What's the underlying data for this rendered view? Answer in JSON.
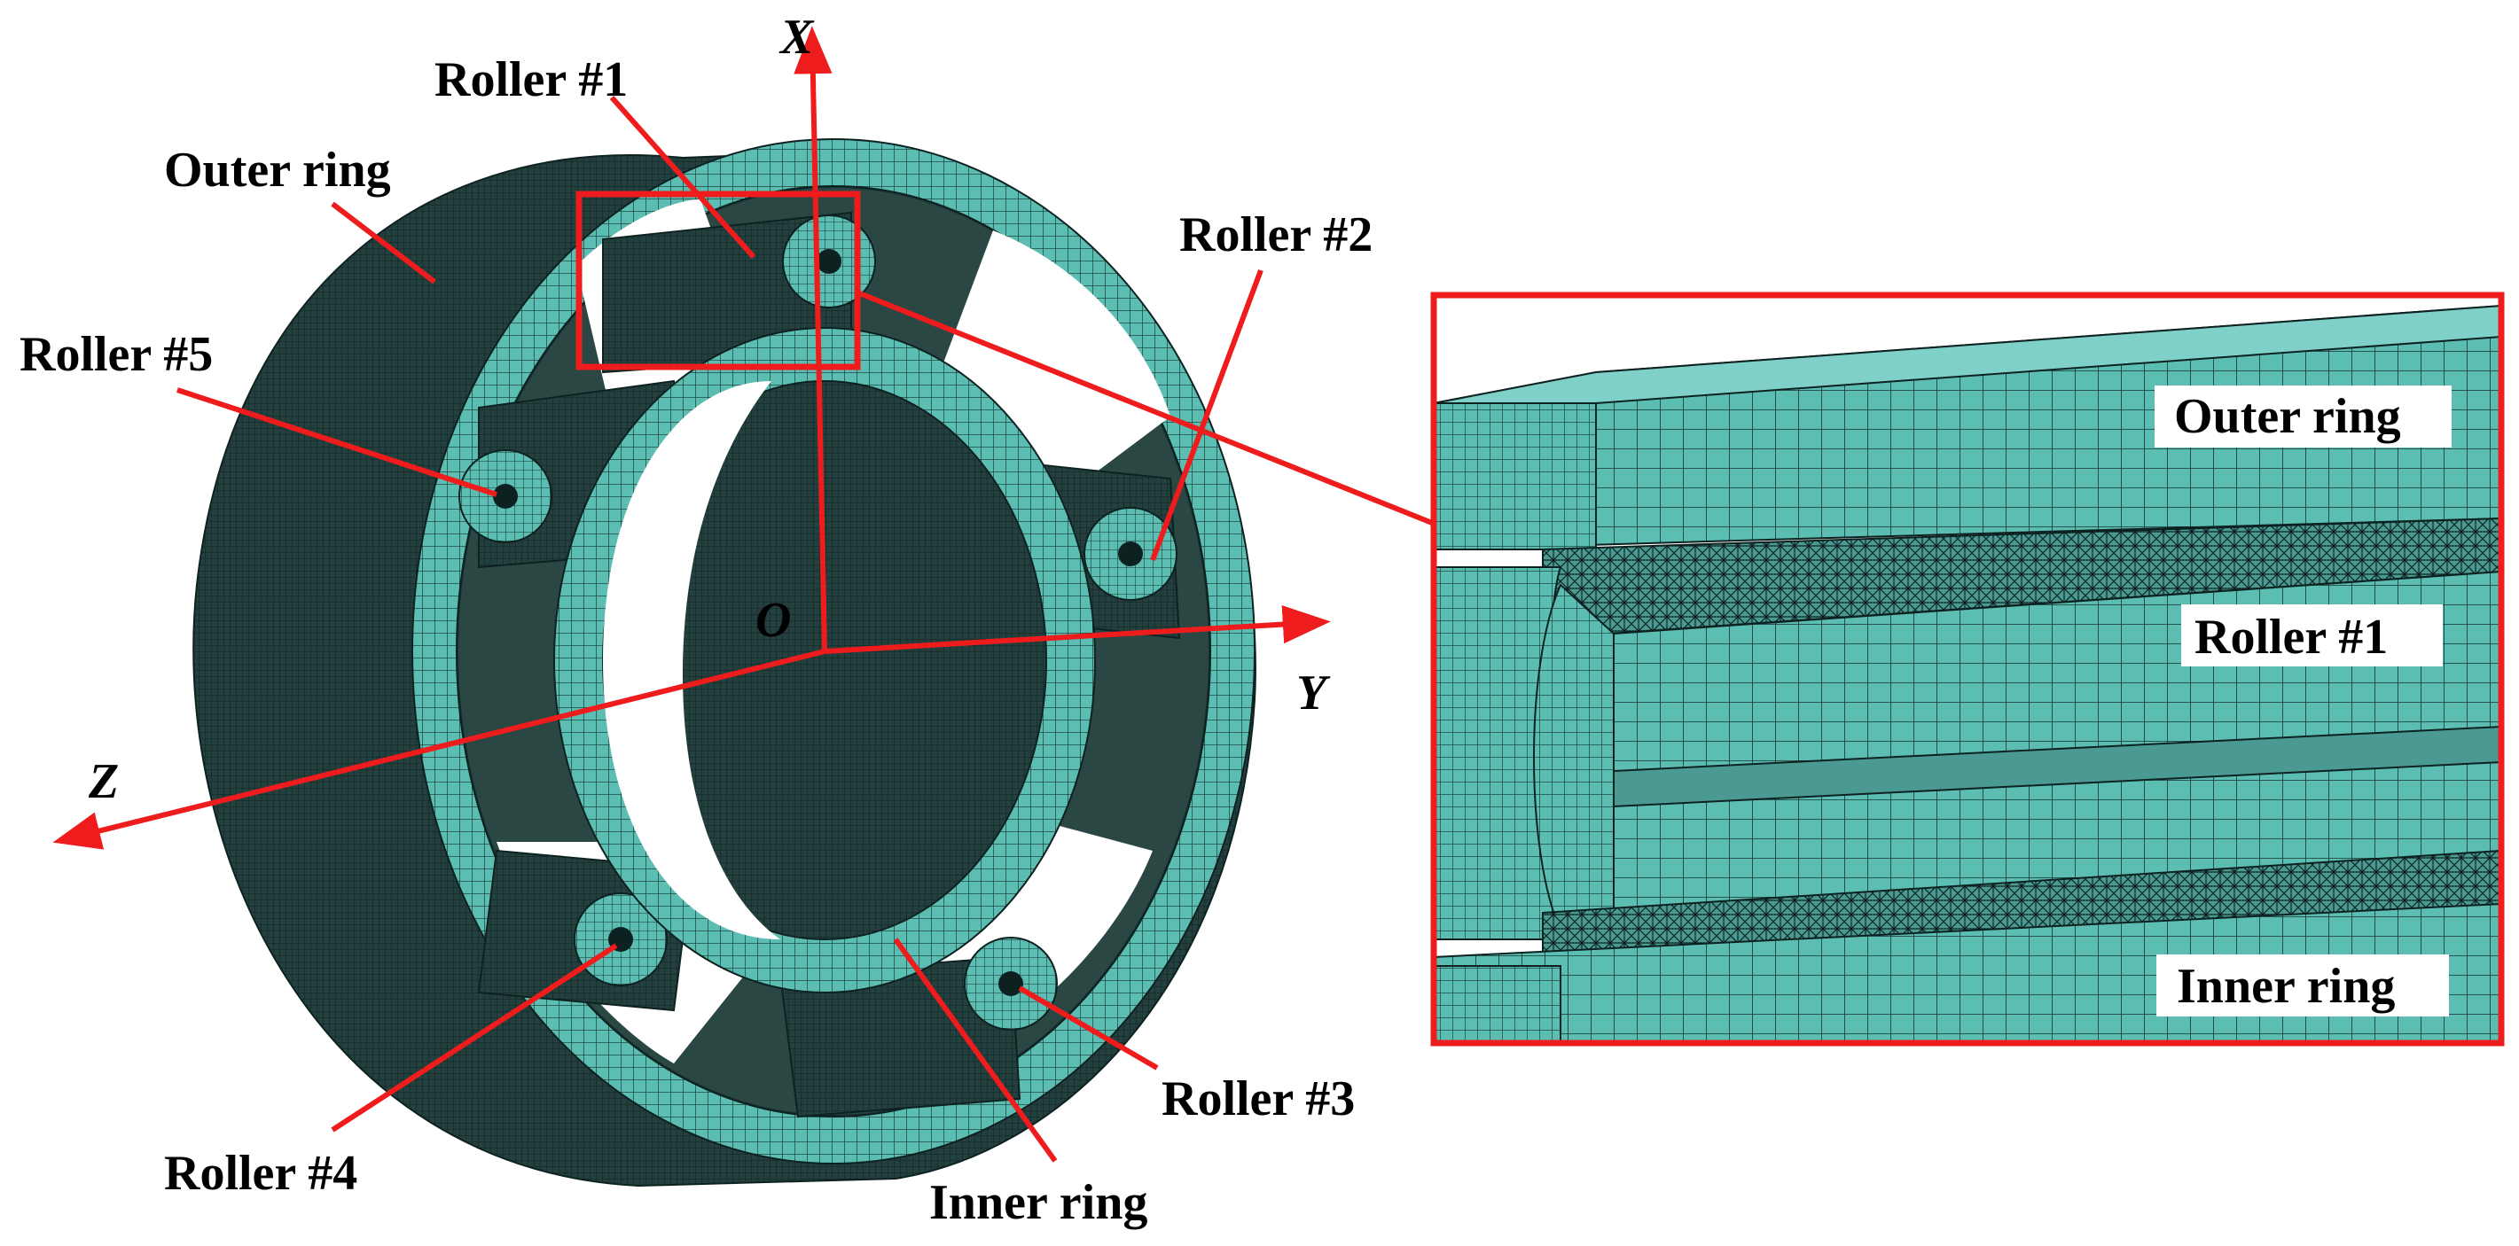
{
  "labels": {
    "outer_ring": "Outer ring",
    "roller_1": "Roller #1",
    "roller_2": "Roller #2",
    "roller_3": "Roller #3",
    "roller_4": "Roller #4",
    "roller_5": "Roller #5",
    "inner_ring": "Inner ring"
  },
  "axes": {
    "x": "X",
    "y": "Y",
    "z": "Z",
    "origin": "O"
  },
  "zoom_panel": {
    "outer_ring": "Outer ring",
    "roller": "Roller #1",
    "inner_ring": "Inner ring"
  },
  "colors": {
    "mesh_face": "#5bbdb4",
    "mesh_dark": "#1f3d3b",
    "mesh_line": "#0f2a28",
    "annotation": "#ee1c1c"
  }
}
